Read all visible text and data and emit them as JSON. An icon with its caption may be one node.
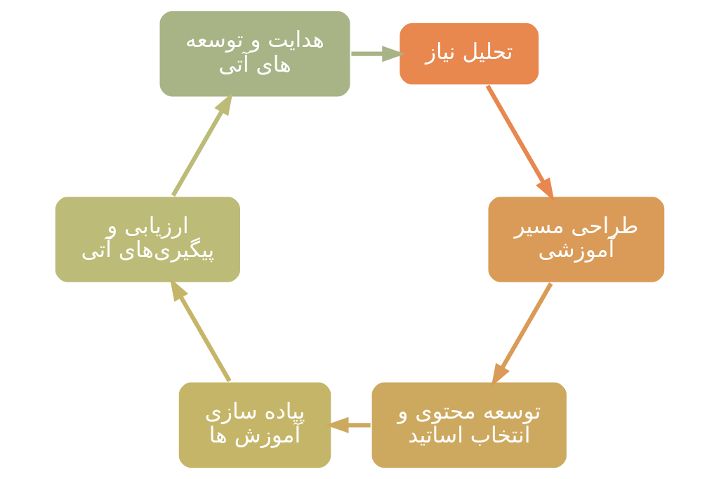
{
  "diagram": {
    "nodes": [
      {
        "text": [
          "تحلیل نیاز"
        ]
      },
      {
        "text": [
          "طراحی مسیر آموزشی"
        ]
      },
      {
        "text": [
          "توسعه محتوی و انتخاب اساتید"
        ]
      },
      {
        "text": [
          "پیاده سازی آموزش ها"
        ]
      },
      {
        "text": [
          "ارزیابی و پیگیری‌های آتی"
        ]
      },
      {
        "text": [
          "هدایت و توسعه های آتی"
        ]
      }
    ],
    "edges": [
      {
        "from": 0,
        "to": 1,
        "arrow": "to"
      },
      {
        "from": 1,
        "to": 2,
        "arrow": "to"
      },
      {
        "from": 2,
        "to": 3,
        "arrow": "to"
      },
      {
        "from": 3,
        "to": 4,
        "arrow": "to"
      },
      {
        "from": 4,
        "to": 5,
        "arrow": "to"
      },
      {
        "from": 5,
        "to": 0,
        "arrow": "to"
      }
    ]
  }
}
